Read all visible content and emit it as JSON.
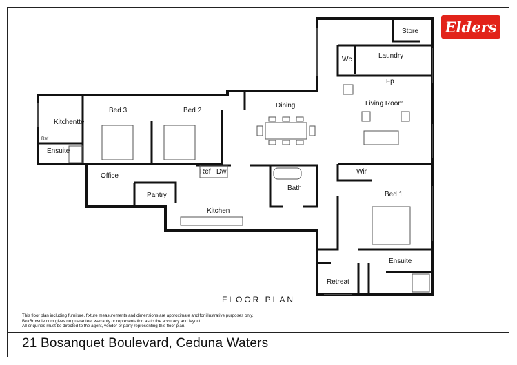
{
  "brand": {
    "logo_text": "Elders",
    "color": "#e2231a"
  },
  "plan_title": "FLOOR PLAN",
  "address": "21 Bosanquet Boulevard, Ceduna Waters",
  "disclaimer": [
    "This floor plan including furniture, fixture measurements and dimensions are approximate and for illustrative purposes only.",
    "BoxBrownie.com gives no guarantee, warranty or representation as to the accuracy and layout.",
    "All enquiries must be directed to the agent, vendor or party representing this floor plan."
  ],
  "rooms": {
    "store": "Store",
    "wc": "Wc",
    "laundry": "Laundry",
    "fp": "Fp",
    "living": "Living Room",
    "dining": "Dining",
    "kitchenette": "Kitchentte",
    "ref_small": "Ref",
    "ensuite_left": "Ensuite",
    "bed3": "Bed 3",
    "bed2": "Bed 2",
    "office": "Office",
    "pantry": "Pantry",
    "ref": "Ref",
    "dw": "Dw",
    "kitchen": "Kitchen",
    "bath": "Bath",
    "wir": "Wir",
    "bed1": "Bed 1",
    "ensuite_right": "Ensuite",
    "retreat": "Retreat"
  }
}
